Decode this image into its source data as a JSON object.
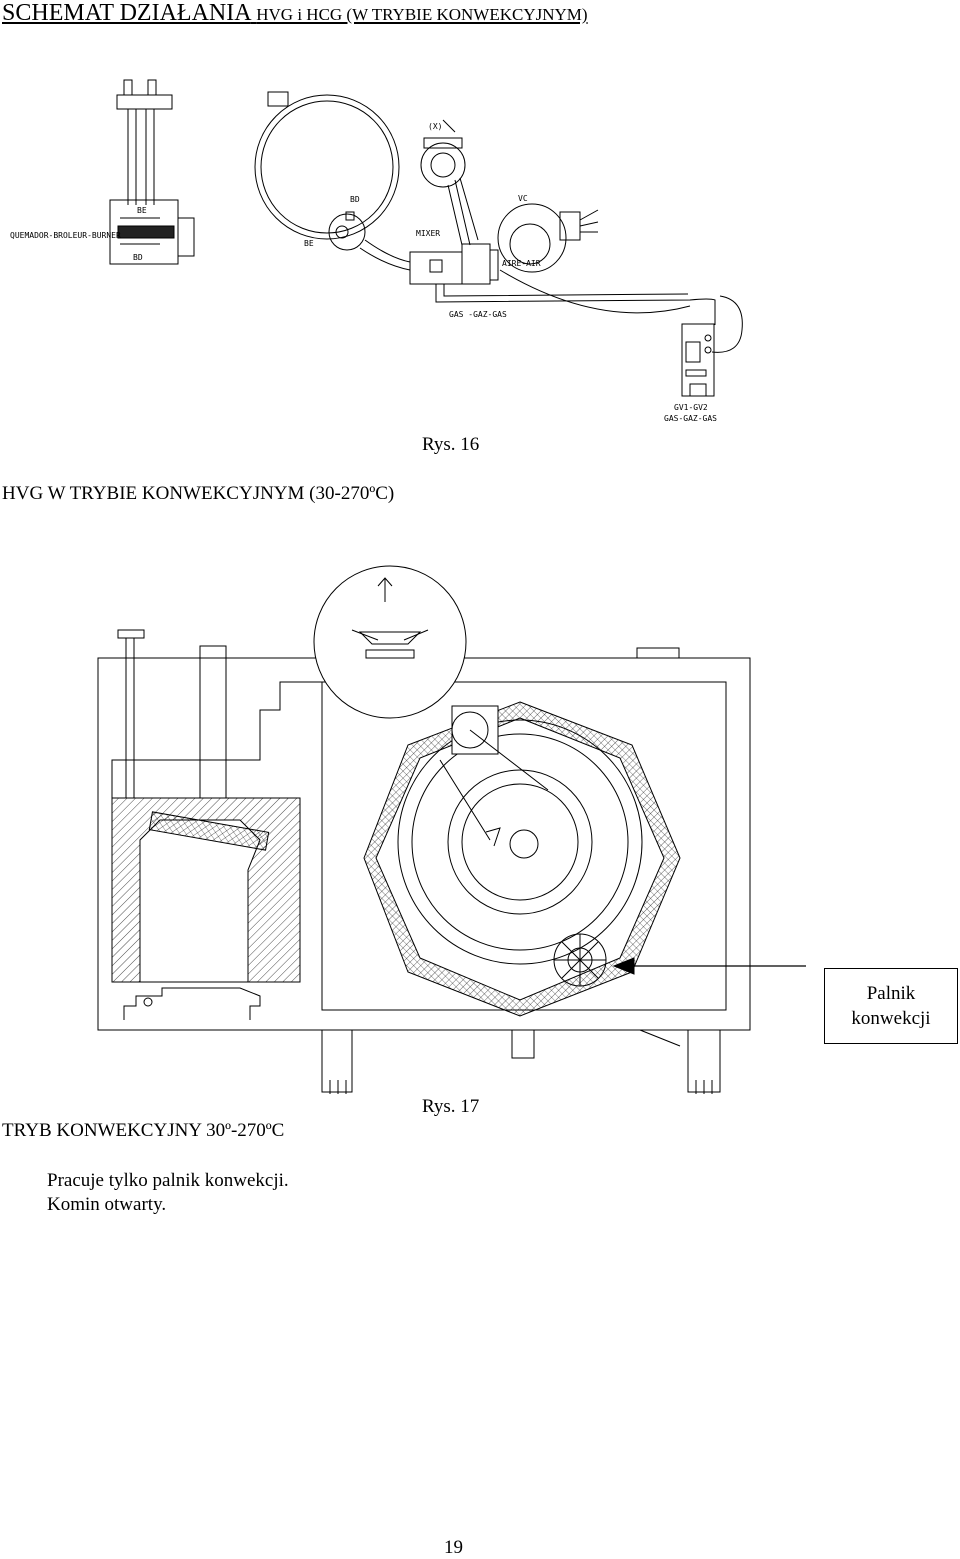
{
  "header": {
    "title": "SCHEMAT DZIAŁANIA",
    "subtitle": "HVG i HCG (W TRYBIE KONWEKCYJNYM)"
  },
  "figure1": {
    "labels": {
      "burner": "QUEMADOR-BROLEUR-BURNER",
      "be": "BE",
      "bd": "BD",
      "x": "(X)",
      "vc": "VC",
      "mixer": "MIXER",
      "air": "AIRE-AIR",
      "gas": "GAS -GAZ-GAS",
      "gv": "GV1-GV2",
      "gas2": "GAS-GAZ-GAS"
    },
    "caption": "Rys. 16"
  },
  "section1_heading": "HVG W TRYBIE KONWEKCYJNYM  (30-270ºC)",
  "figure2": {
    "callout_line1": "Palnik",
    "callout_line2": "konwekcji",
    "caption": "Rys. 17"
  },
  "section2_heading": "TRYB KONWEKCYJNY 30º-270ºC",
  "description": {
    "line1": "Pracuje tylko palnik konwekcji.",
    "line2": "Komin otwarty."
  },
  "page_number": "19"
}
